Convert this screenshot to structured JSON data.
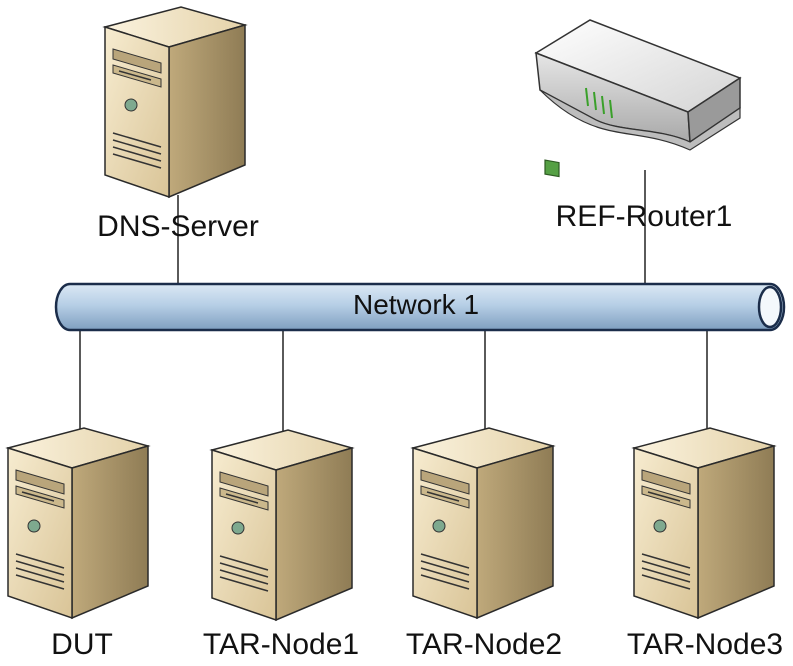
{
  "network": {
    "label": "Network 1"
  },
  "top_nodes": [
    {
      "label": "DNS-Server",
      "icon": "server-tower-icon"
    },
    {
      "label": "REF-Router1",
      "icon": "router-icon"
    }
  ],
  "bottom_nodes": [
    {
      "label": "DUT",
      "icon": "server-tower-icon"
    },
    {
      "label": "TAR-Node1",
      "icon": "server-tower-icon"
    },
    {
      "label": "TAR-Node2",
      "icon": "server-tower-icon"
    },
    {
      "label": "TAR-Node3",
      "icon": "server-tower-icon"
    }
  ],
  "colors": {
    "bus_fill": "#b7cfe6",
    "bus_stroke": "#1b2d4a",
    "tower_front": "#ecdcb8",
    "tower_side": "#cdb98e"
  }
}
